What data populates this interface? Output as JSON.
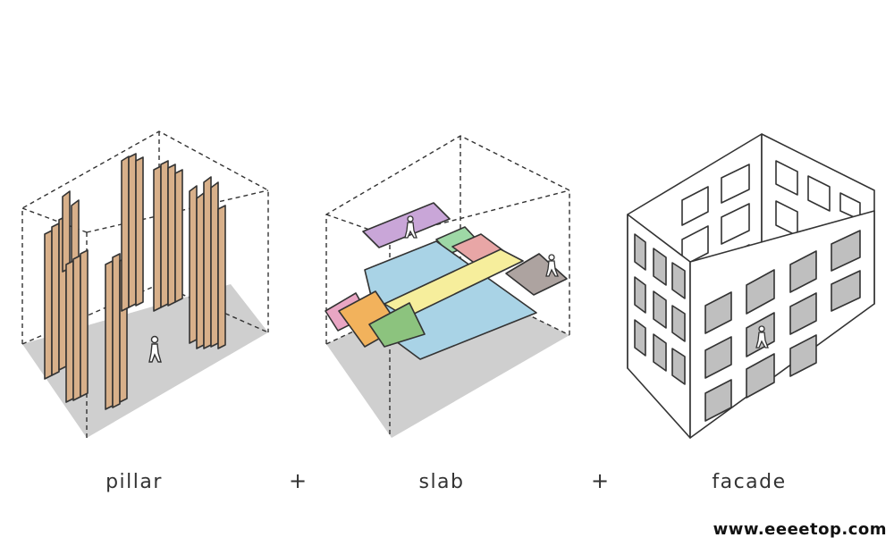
{
  "labels": {
    "pillar": "pillar",
    "slab": "slab",
    "facade": "facade"
  },
  "operators": {
    "plus_1": "+",
    "plus_2": "+"
  },
  "watermark": "www.eeeetop.com",
  "colors": {
    "wood": "#d8b08a",
    "floor_gray": "#cfcfcf",
    "slab_purple": "#c9a6d8",
    "slab_blue": "#a9d3e6",
    "slab_yellow": "#f6ee9c",
    "slab_pink": "#e9a6c4",
    "slab_orange": "#f2b25c",
    "slab_green": "#8cc37e",
    "slab_mint": "#9ed8a6",
    "slab_rose": "#e8a6a6",
    "slab_taupe": "#ada3a0",
    "window_gray": "#bfbfbf"
  }
}
